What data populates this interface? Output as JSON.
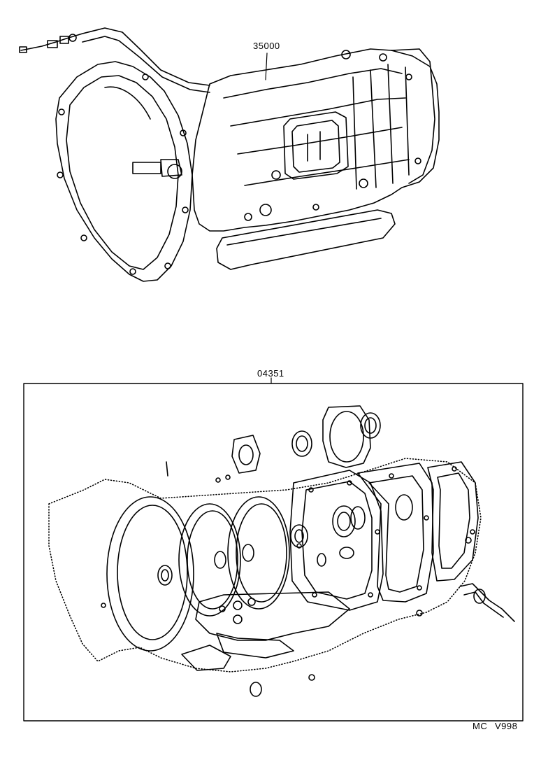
{
  "parts": {
    "transmission_assy": "35000",
    "overhaul_gasket_kit": "04351"
  },
  "footer": {
    "code_left": "MC",
    "code_right": "V998"
  }
}
